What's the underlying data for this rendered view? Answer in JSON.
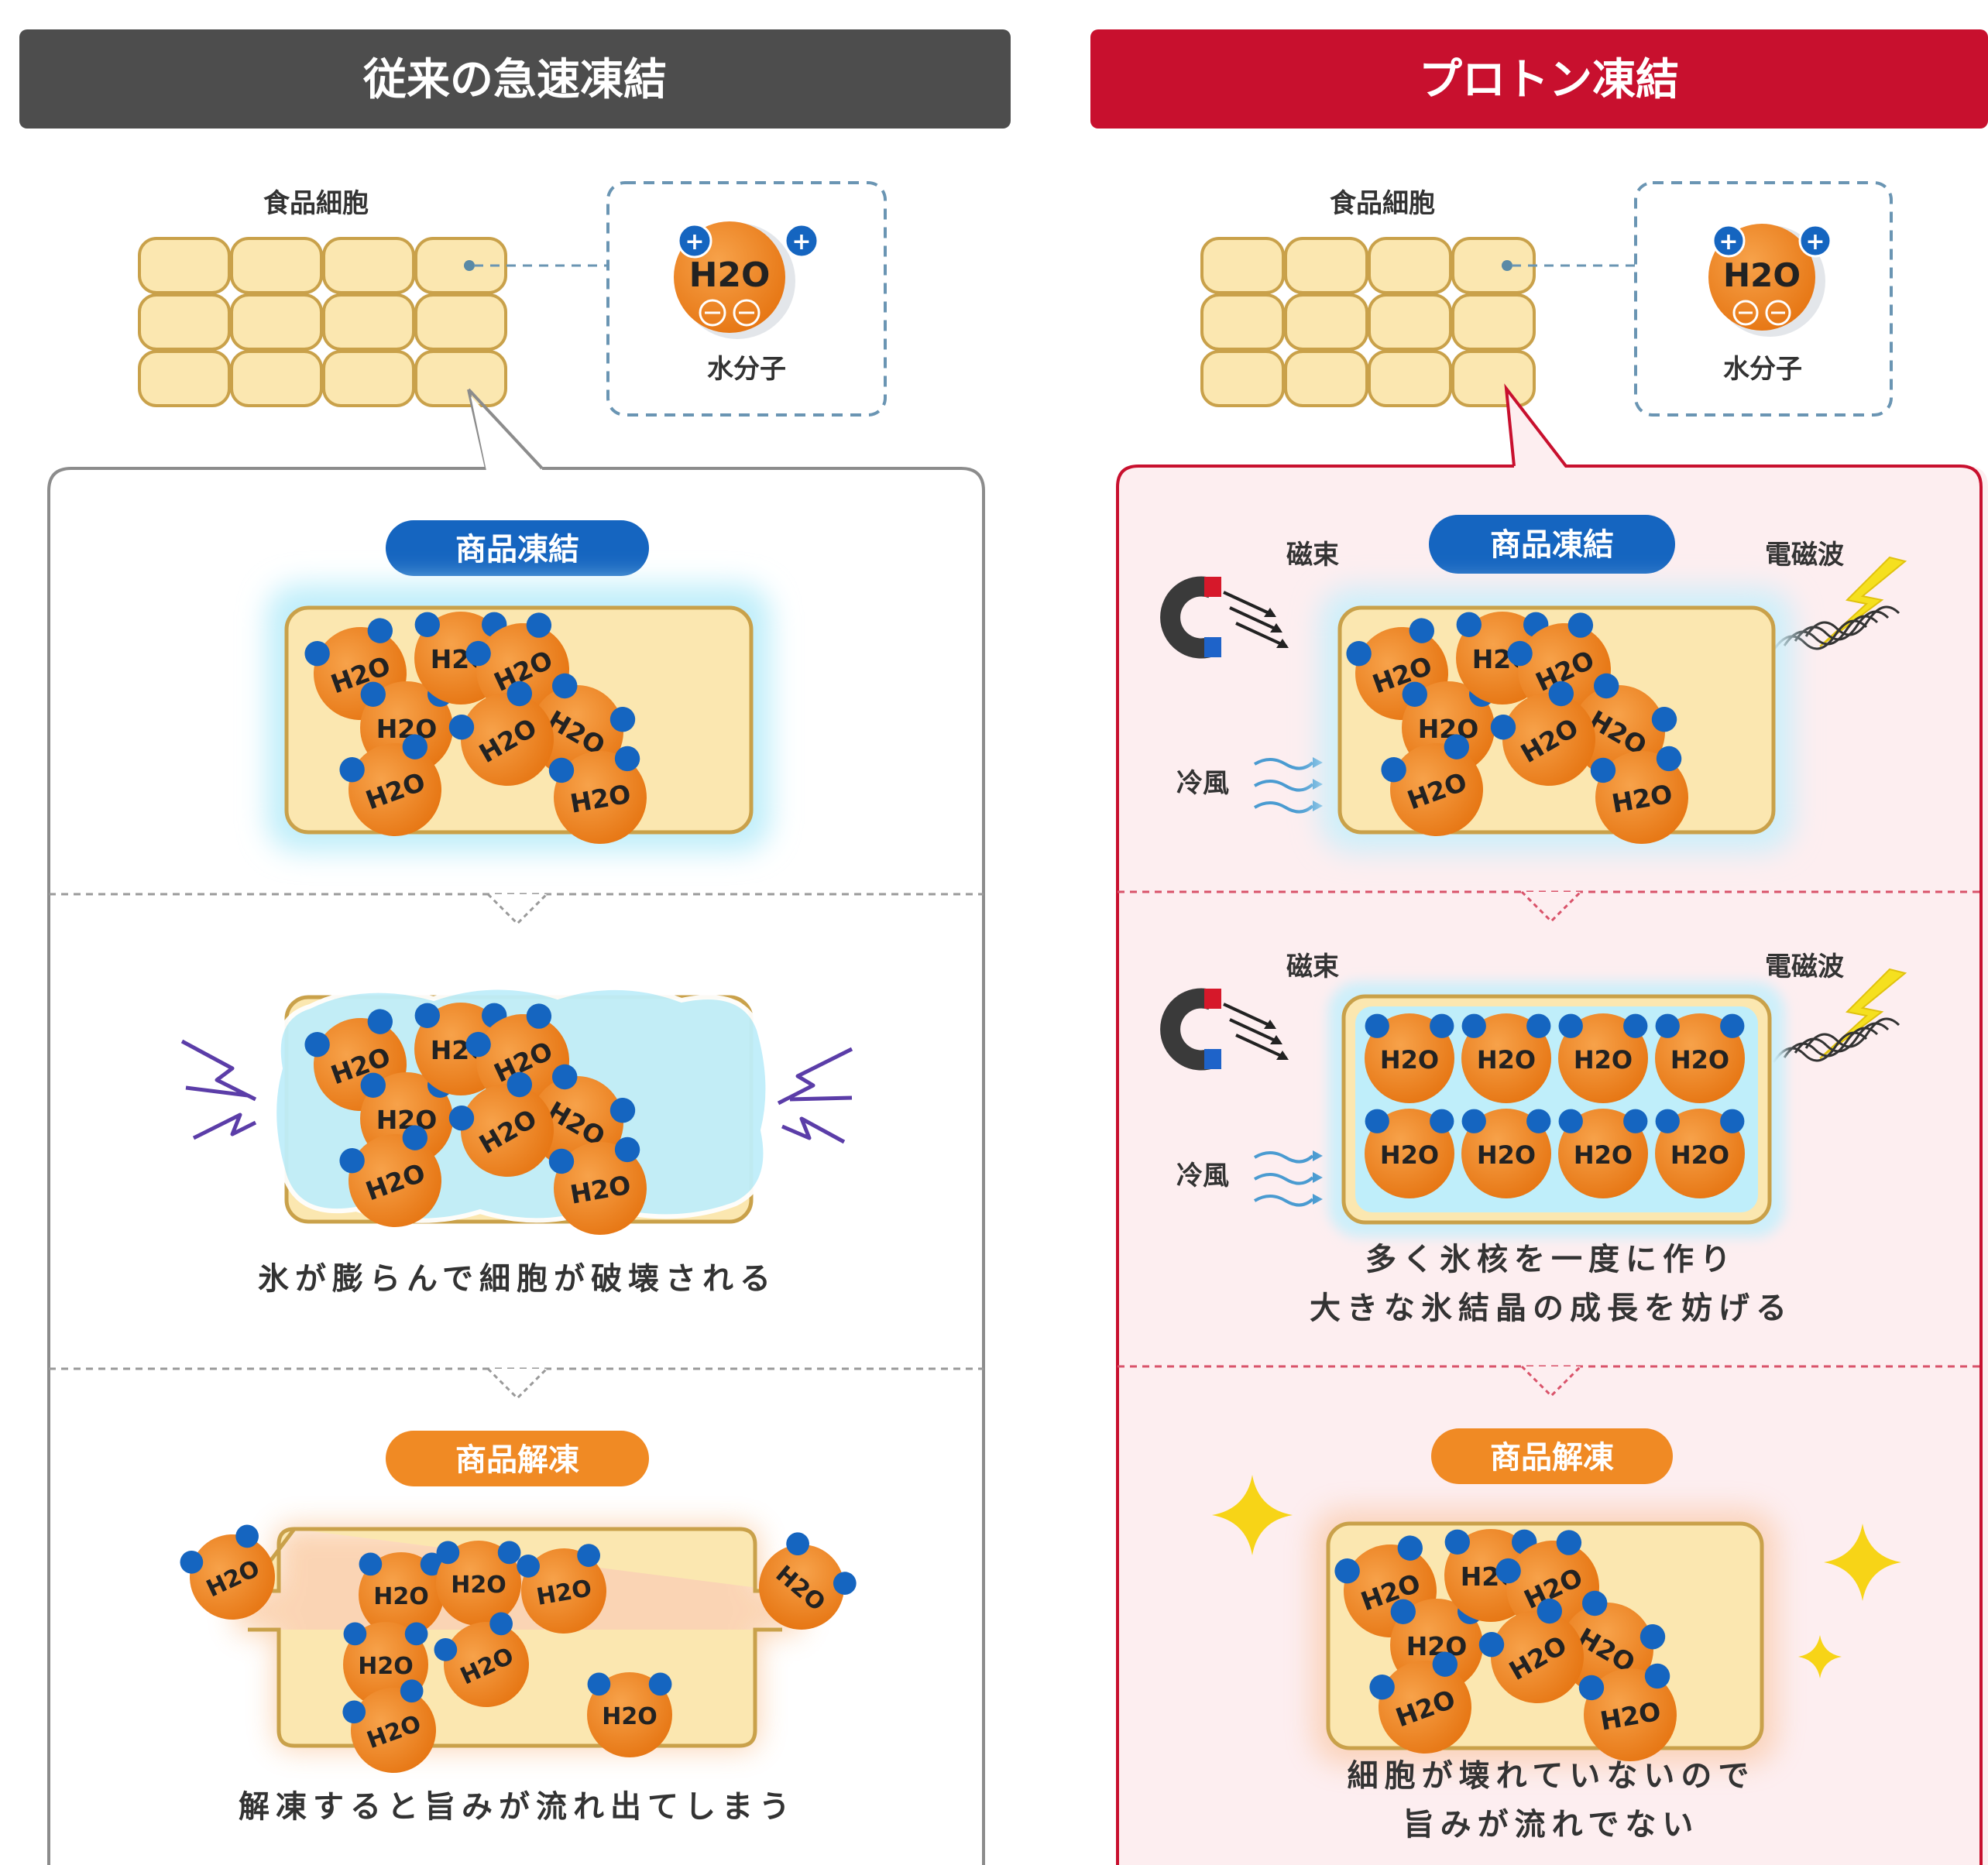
{
  "left": {
    "title": "従来の急速凍結",
    "cells_label": "食品細胞",
    "molecule_label": "H2O",
    "water_label": "水分子",
    "badge_freeze": "商品凍結",
    "caption_expand": "氷が膨らんで細胞が破壊される",
    "badge_thaw": "商品解凍",
    "caption_thaw": "解凍すると旨みが流れ出てしまう"
  },
  "right": {
    "title": "プロトン凍結",
    "cells_label": "食品細胞",
    "molecule_label": "H2O",
    "water_label": "水分子",
    "badge_freeze": "商品凍結",
    "magnetic_flux": "磁束",
    "electromagnetic_wave": "電磁波",
    "cold_air": "冷風",
    "magnetic_flux_2": "磁束",
    "electromagnetic_wave_2": "電磁波",
    "cold_air_2": "冷風",
    "caption_nuclei_line1": "多く氷核を一度に作り",
    "caption_nuclei_line2": "大きな氷結晶の成長を妨げる",
    "badge_thaw": "商品解凍",
    "caption_result_line1": "細胞が壊れていないので",
    "caption_result_line2": "旨みが流れでない"
  },
  "colors": {
    "left_header": "#4d4d4d",
    "right_header": "#c8102e",
    "right_panel_bg": "#fdeef0",
    "cell_fill": "#fbe7b0",
    "cell_stroke": "#c9a14a",
    "molecule": "#f08a24",
    "hydrogen": "#1565c0",
    "badge_blue": "#1565c0",
    "badge_orange": "#f08a24",
    "ice": "#bfeefa",
    "magnet_red": "#d6182a",
    "magnet_blue": "#1e63c9",
    "bolt": "#f5e01f"
  },
  "icons": [
    "magnet-icon",
    "lightning-bolt-icon",
    "wind-icon",
    "sparkle-icon",
    "plus-charge-icon",
    "minus-charge-icon"
  ]
}
